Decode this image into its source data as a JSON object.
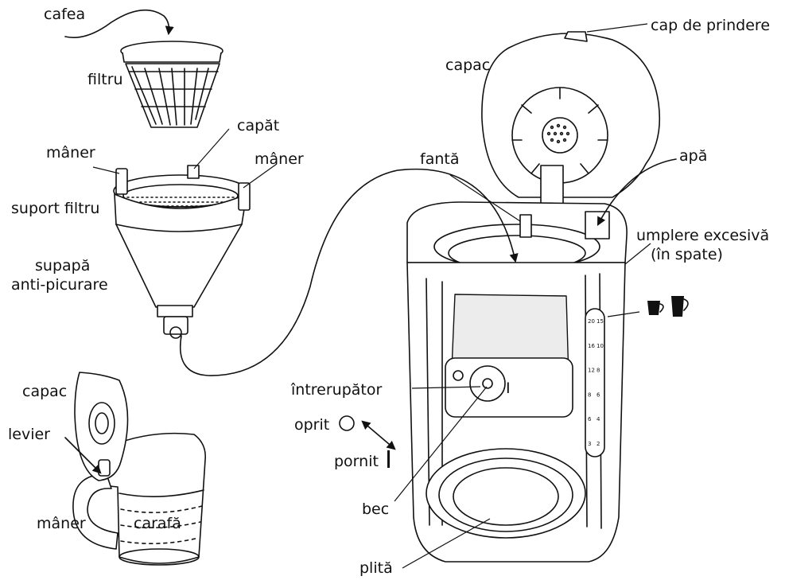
{
  "labels": {
    "cafea": "cafea",
    "filtru": "filtru",
    "capat": "capăt",
    "maner_left": "mâner",
    "maner_right": "mâner",
    "suport_filtru": "suport filtru",
    "supapa_line1": "supapă",
    "supapa_line2": "anti-picurare",
    "capac_carafe": "capac",
    "levier": "levier",
    "maner_carafe": "mâner",
    "carafa": "carafă",
    "cap_de_prindere": "cap de prindere",
    "capac_maker": "capac",
    "fanta": "fantă",
    "apa": "apă",
    "umplere_line1": "umplere excesivă",
    "umplere_line2": "(în spate)",
    "intrerupator": "întrerupător",
    "oprit": "oprit",
    "pornit": "pornit",
    "bec": "bec",
    "plita": "plită",
    "switch_mark": "I"
  },
  "gauge": {
    "left_ticks": [
      "20",
      "16",
      "12",
      "8",
      "6",
      "3"
    ],
    "right_ticks": [
      "15",
      "10",
      "8",
      "6",
      "4",
      "2"
    ]
  }
}
